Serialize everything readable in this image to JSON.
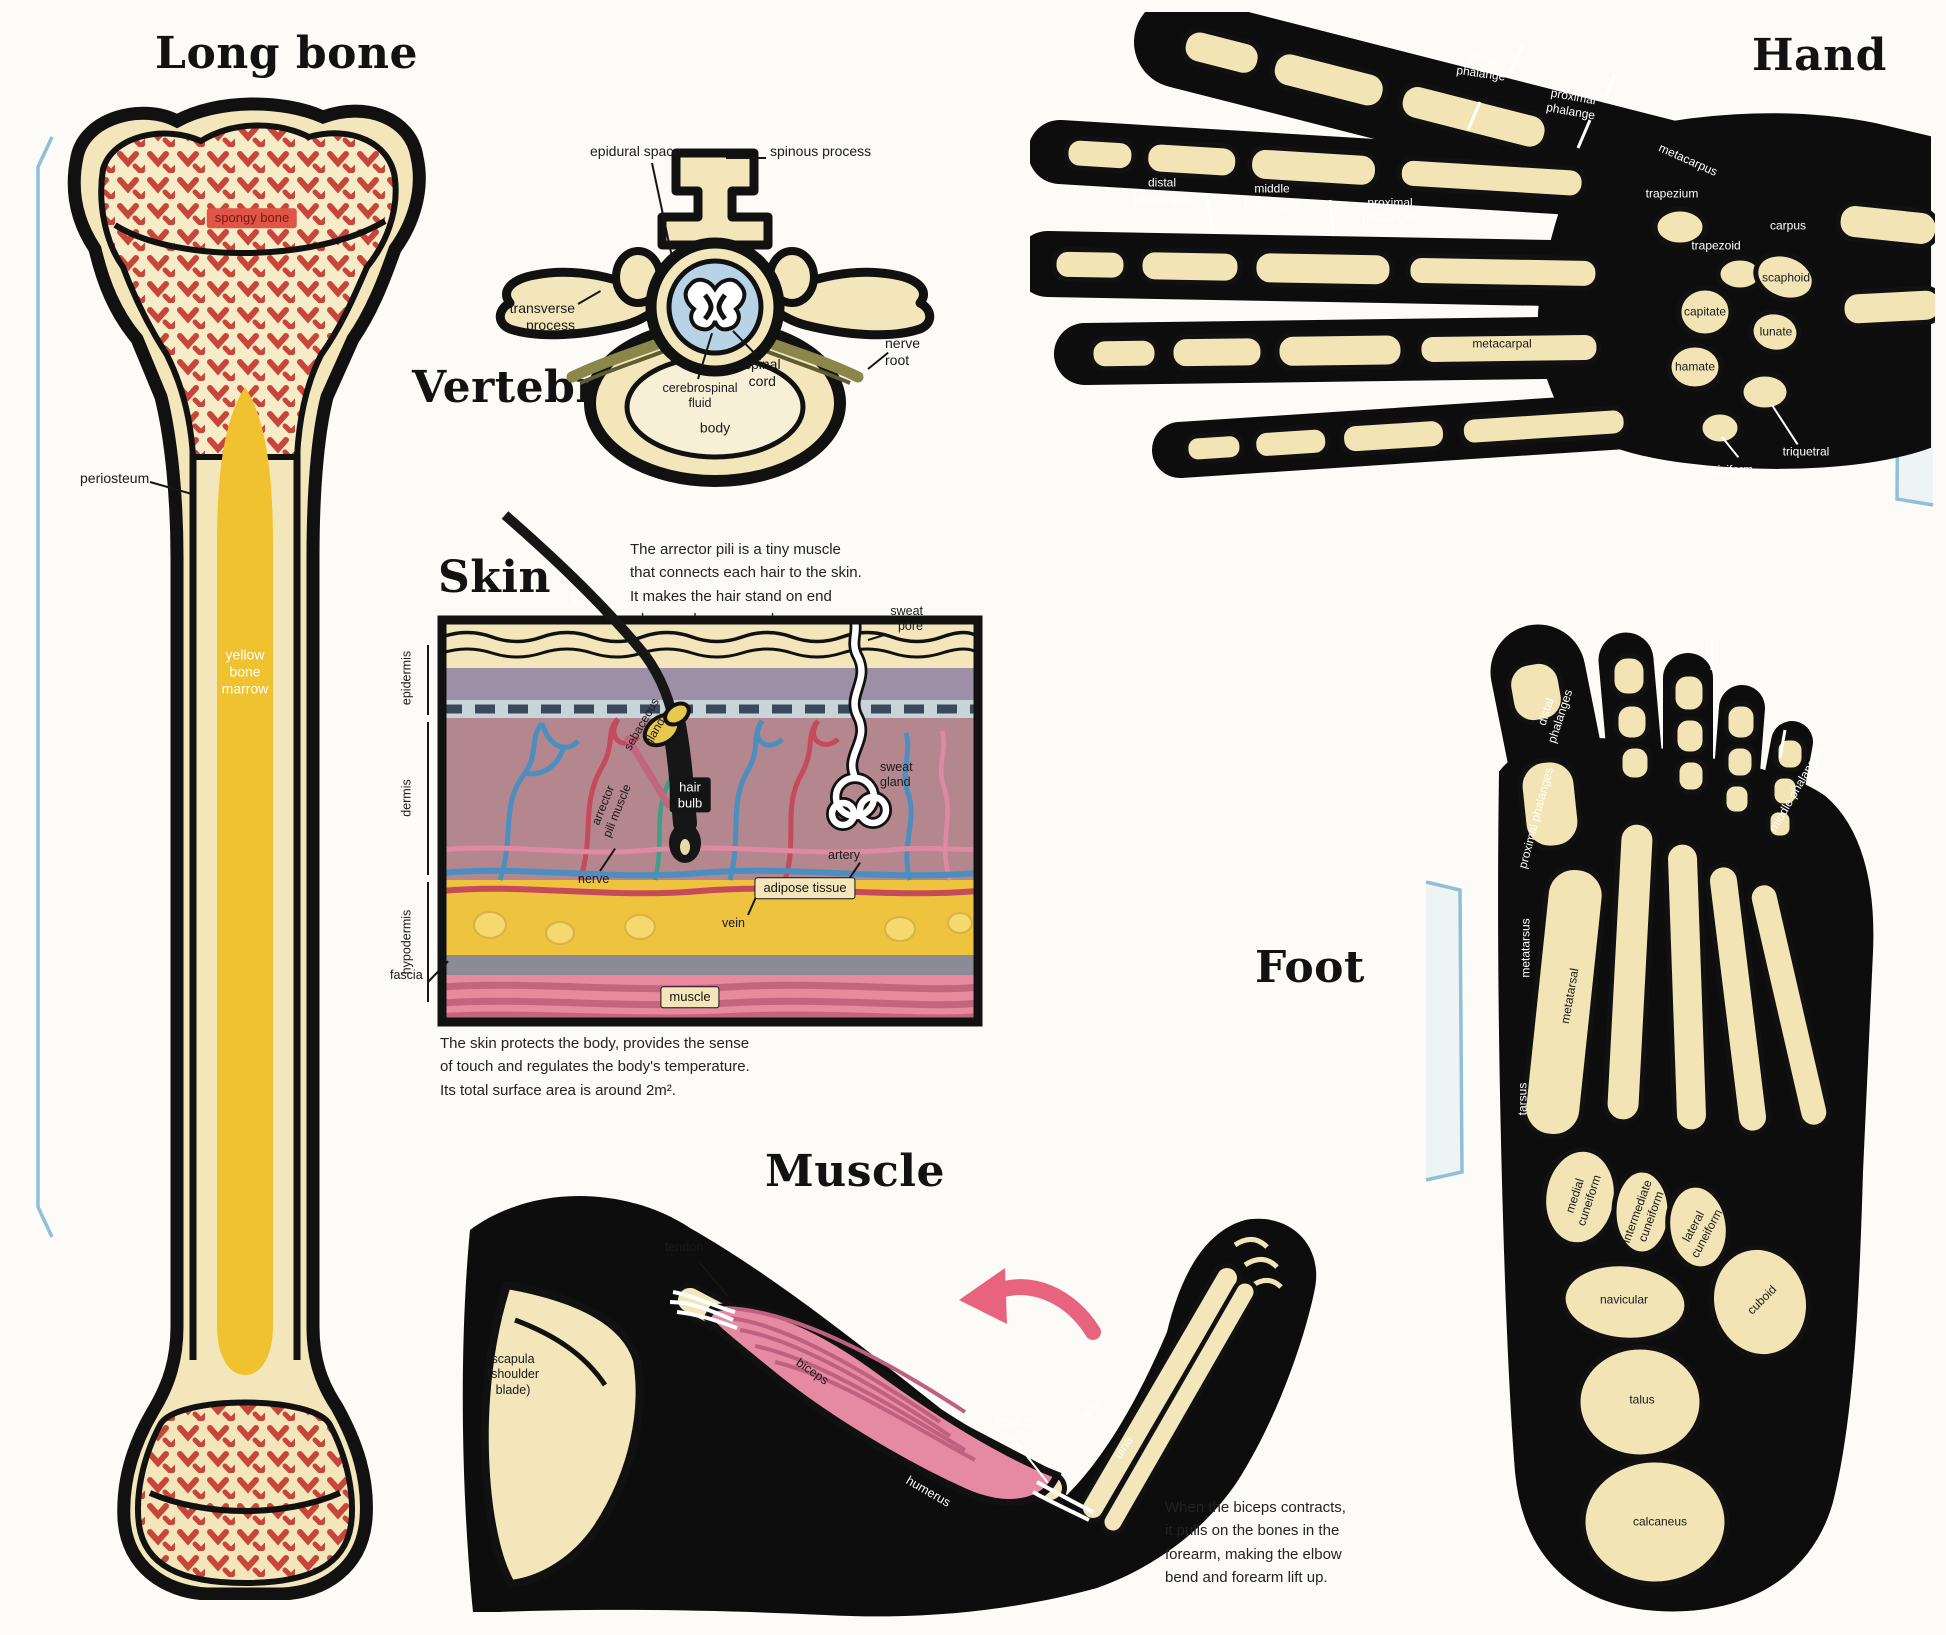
{
  "long_bone": {
    "title": "Long bone",
    "labels": {
      "spongy_bone": "spongy bone",
      "periosteum": "periosteum",
      "yellow_bone_marrow": "yellow\nbone\nmarrow"
    }
  },
  "vertebra": {
    "title": "Vertebra",
    "labels": {
      "epidural_space": "epidural space",
      "spinous_process": "spinous process",
      "transverse_process": "transverse\nprocess",
      "nerve_root": "nerve\nroot",
      "spinal_cord": "spinal\ncord",
      "cerebrospinal_fluid": "cerebrospinal\nfluid",
      "body": "body"
    }
  },
  "skin": {
    "title": "Skin",
    "intro": "The arrector pili is a tiny muscle\nthat connects each hair to the skin.\nIt makes the hair stand on end\nwhen we have goosebumps.",
    "caption": "The skin protects the body, provides the sense\nof touch and regulates the body's temperature.\nIts total surface area is around 2m².",
    "labels": {
      "hair": "hair",
      "sweat_pore": "sweat\npore",
      "epidermis": "epidermis",
      "dermis": "dermis",
      "hypodermis": "hypodermis",
      "sebaceous_gland": "sebaceous\ngland",
      "hair_bulb": "hair\nbulb",
      "arrector_pili_muscle": "arrector\npili muscle",
      "sweat_gland": "sweat\ngland",
      "nerve": "nerve",
      "artery": "artery",
      "vein": "vein",
      "adipose_tissue": "adipose tissue",
      "fascia": "fascia",
      "muscle": "muscle"
    }
  },
  "hand": {
    "title": "Hand",
    "labels": {
      "distal_phalange": "distal\nphalange",
      "proximal_phalange": "proximal\nphalange",
      "metacarpus": "metacarpus",
      "distal_phalanges": "distal\nphalanges",
      "middle_phalanges": "middle\nphalanges",
      "proximal_phalanges": "proximal\nphalanges",
      "carpus": "carpus",
      "trapezium": "trapezium",
      "trapezoid": "trapezoid",
      "scaphoid": "scaphoid",
      "metacarpal": "metacarpal",
      "capitate": "capitate",
      "lunate": "lunate",
      "hamate": "hamate",
      "triquetral": "triquetral",
      "pisiform": "pisiform"
    }
  },
  "foot": {
    "title": "Foot",
    "labels": {
      "distal_phalanges": "distal\nphalanges",
      "middle_phalanges": "middle phalanges",
      "proximal_phalanges": "proximal phalanges",
      "metatarsus": "metatarsus",
      "metatarsal": "metatarsal",
      "tarsus": "tarsus",
      "medial_cuneiform": "medial\ncuneiform",
      "intermediate_cuneiform": "intermediate\ncuneiform",
      "lateral_cuneiform": "lateral\ncuneiform",
      "navicular": "navicular",
      "cuboid": "cuboid",
      "talus": "talus",
      "calcaneus": "calcaneus"
    }
  },
  "muscle": {
    "title": "Muscle",
    "caption": "When the biceps contracts,\nit pulls on the bones in the\nforearm, making the elbow\nbend and forearm lift up.",
    "labels": {
      "tendon": "tendon",
      "scapula": "scapula\n(shoulder\nblade)",
      "biceps": "biceps",
      "humerus": "humerus",
      "radius": "radius",
      "ulna": "ulna"
    }
  }
}
